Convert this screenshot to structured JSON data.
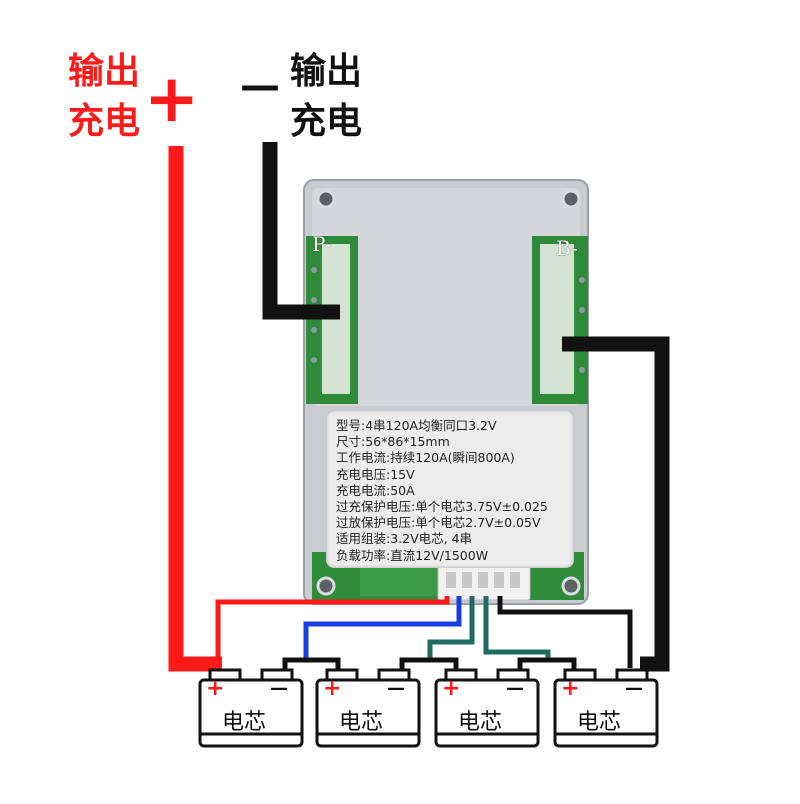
{
  "labels": {
    "pos_output": "输出",
    "pos_charge": "充电",
    "pos_sign": "+",
    "neg_output": "输出",
    "neg_charge": "充电",
    "neg_sign": "—"
  },
  "board": {
    "pad_p": "P-",
    "pad_b": "B-",
    "specs": [
      "型号:4串120A均衡同口3.2V",
      "尺寸:56*86*15mm",
      "工作电流:持续120A(瞬间800A)",
      "充电电压:15V",
      "充电电流:50A",
      "过充保护电压:单个电芯3.75V±0.025",
      "过放保护电压:单个电芯2.7V±0.05V",
      "适用组装:3.2V电芯, 4串",
      "负载功率:直流12V/1500W"
    ]
  },
  "cells": [
    {
      "label": "电芯",
      "plus": "+",
      "minus": "—"
    },
    {
      "label": "电芯",
      "plus": "+",
      "minus": "—"
    },
    {
      "label": "电芯",
      "plus": "+",
      "minus": "—"
    },
    {
      "label": "电芯",
      "plus": "+",
      "minus": "—"
    }
  ],
  "colors": {
    "positive_wire": "#ff1a1a",
    "negative_wire": "#111111",
    "balance_blue": "#1a3fe0",
    "balance_teal": "#1f6b63",
    "board_metal": "#c9cdd2",
    "pcb_green": "#2f8a3a"
  }
}
